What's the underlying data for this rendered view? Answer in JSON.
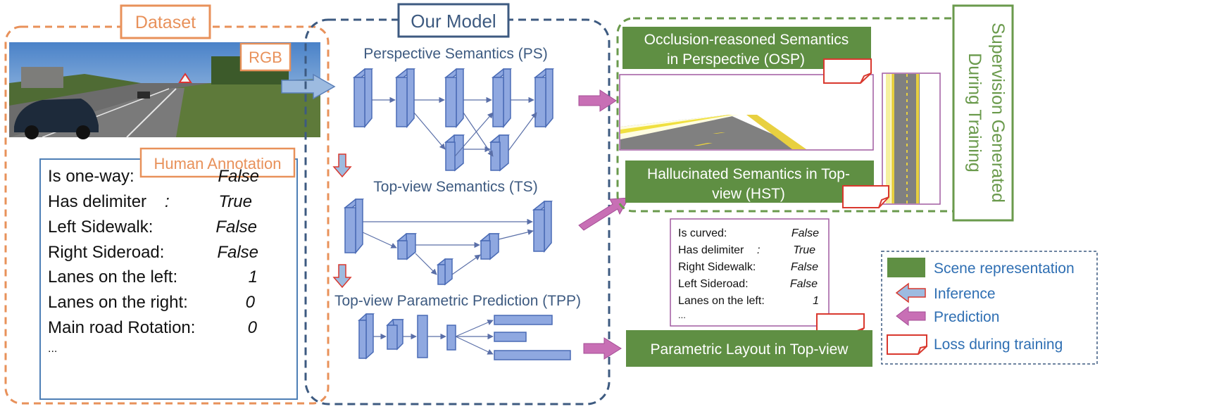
{
  "dataset": {
    "title": "Dataset",
    "rgb_label": "RGB",
    "annotation_label": "Human Annotation",
    "attributes": [
      {
        "name": "Is one-way:",
        "value": "False"
      },
      {
        "name": "Has delimiter",
        "sep": ":",
        "value": "True"
      },
      {
        "name": "Left Sidewalk:",
        "value": "False"
      },
      {
        "name": "Right Sideroad:",
        "value": "False"
      },
      {
        "name": "Lanes on the left:",
        "value": "1"
      },
      {
        "name": "Lanes on the right:",
        "value": "0"
      },
      {
        "name": "Main road Rotation:",
        "value": "0"
      }
    ],
    "ellipsis": "..."
  },
  "model": {
    "title": "Our Model",
    "ps_label": "Perspective Semantics (PS)",
    "ts_label": "Top-view Semantics (TS)",
    "tpp_label": "Top-view Parametric Prediction (TPP)"
  },
  "supervision": {
    "title_line1": "Supervision Generated",
    "title_line2": "During Training",
    "osp_line1": "Occlusion-reasoned Semantics",
    "osp_line2": "in Perspective (OSP)",
    "hst_line1": "Hallucinated Semantics in Top-",
    "hst_line2": "view (HST)"
  },
  "prediction": {
    "attributes": [
      {
        "name": "Is curved:",
        "value": "False"
      },
      {
        "name": "Has delimiter",
        "sep": ":",
        "value": "True"
      },
      {
        "name": "Right Sidewalk:",
        "value": "False"
      },
      {
        "name": "Left Sideroad:",
        "value": "False"
      },
      {
        "name": "Lanes on the left:",
        "value": "1"
      }
    ],
    "ellipsis": "...",
    "parametric_label": "Parametric Layout in Top-view"
  },
  "legend": {
    "scene": "Scene representation",
    "inference": "Inference",
    "prediction": "Prediction",
    "loss": "Loss during training"
  },
  "colors": {
    "orange": "#e8915a",
    "blue_dark": "#3d5a80",
    "green": "#6a9a4c",
    "green_fill": "#5f8f43",
    "inference_arrow": "#9dbbe0",
    "prediction_arrow": "#c86fb5",
    "loss_red": "#d9382e",
    "block_fill": "#8fa8e0",
    "text_blue": "#2f6fb3"
  }
}
